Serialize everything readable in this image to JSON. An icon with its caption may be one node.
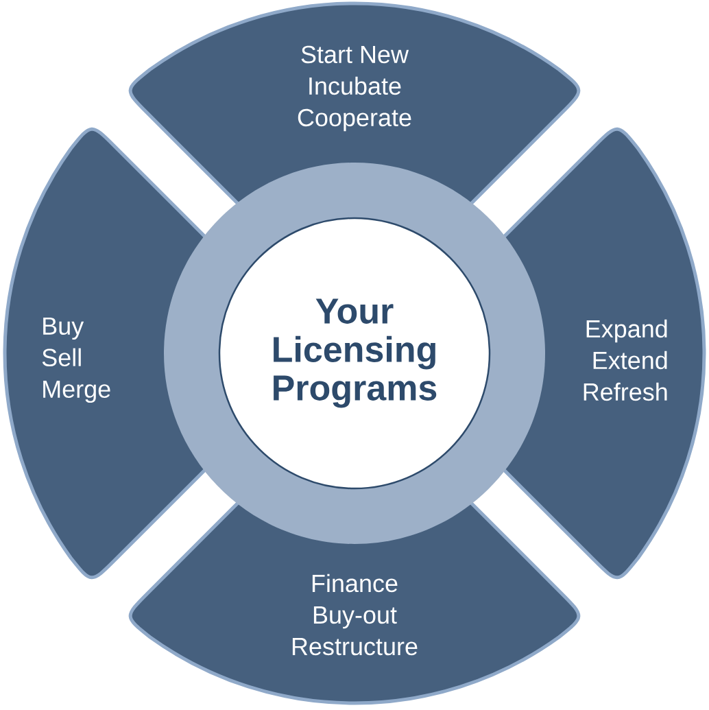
{
  "diagram": {
    "nodes": [
      {
        "text": [
          "Your Licensing Programs"
        ]
      },
      {
        "text": [
          "Start New",
          "Incubate",
          "Cooperate"
        ]
      },
      {
        "text": [
          "Buy",
          "Sell",
          "Merge"
        ]
      },
      {
        "text": [
          "Expand",
          "Extend",
          "Refresh"
        ]
      },
      {
        "text": [
          "Finance",
          "Buy-out",
          "Restructure"
        ]
      }
    ]
  }
}
